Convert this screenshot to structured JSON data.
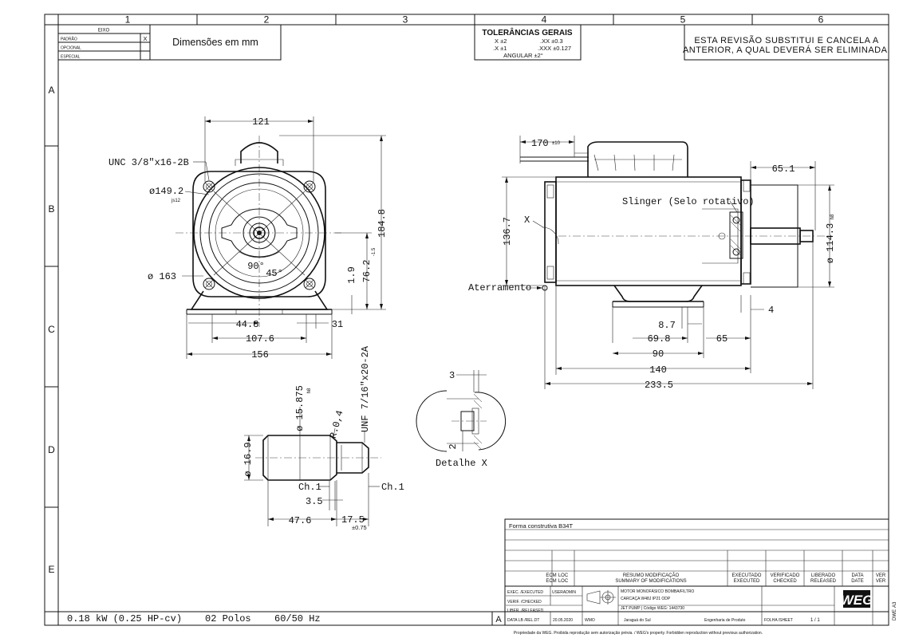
{
  "zone_columns": [
    "1",
    "2",
    "3",
    "4",
    "5",
    "6"
  ],
  "zone_rows": [
    "A",
    "B",
    "C",
    "D",
    "E"
  ],
  "eixo": {
    "header": "EIXO",
    "rows": [
      {
        "label": "PADRÃO",
        "mark": "X"
      },
      {
        "label": "OPCIONAL",
        "mark": ""
      },
      {
        "label": "ESPECIAL",
        "mark": ""
      }
    ]
  },
  "units_note": "Dimensões em mm",
  "tolerances": {
    "title": "TOLERÂNCIAS GERAIS",
    "line1_left": "X ±2",
    "line1_right": ".XX ±0.3",
    "line2_left": ".X ±1",
    "line2_right": ".XXX ±0.127",
    "line3": "ANGULAR ±2°"
  },
  "revision_note": {
    "line1": "ESTA REVISÃO SUBSTITUI E CANCELA A",
    "line2": "ANTERIOR, A QUAL DEVERÁ SER ELIMINADA."
  },
  "front_view": {
    "dim_121": "121",
    "thread_label": "UNC 3/8\"x16-2B",
    "dia_149": "ø149.2",
    "dia_149_tol": "js12",
    "dim_184": "184.8",
    "dim_76": "76.2",
    "dim_76_tol": "-1.5",
    "dim_1_9": "1.9",
    "angle_90": "90°",
    "angle_45": "45°",
    "dia_163": "ø  163",
    "dim_44": "44.8",
    "dim_31": "31",
    "dim_107": "107.6",
    "dim_156": "156"
  },
  "side_view": {
    "dim_170": "170",
    "dim_170_tol": "±10",
    "dim_65_1": "65.1",
    "slinger": "Slinger (Selo rotativo)",
    "dim_136": "136.7",
    "x_mark": "X",
    "dia_114": "ø 114.3",
    "dia_114_tol": "h8",
    "aterramento": "Aterramento",
    "dim_4": "4",
    "dim_8_7": "8.7",
    "dim_69": "69.8",
    "dim_65": "65",
    "dim_90": "90",
    "dim_140": "140",
    "dim_233": "233.5"
  },
  "detail_x": {
    "dim_3": "3",
    "dim_2": "2",
    "label": "Detalhe X"
  },
  "shaft_detail": {
    "dia_15": "ø 15.875",
    "dia_15_tol": "h8",
    "radius": "R.0,4",
    "thread": "UNF 7/16\"x20-2A",
    "dia_16": "ø 16.9",
    "chamfer_left": "Ch.1",
    "chamfer_right": "Ch.1",
    "dim_3_5": "3.5",
    "dim_47": "47.6",
    "dim_17": "17.5",
    "dim_17_tol": "±0.75"
  },
  "title_block": {
    "form": "Forma construtiva B34T",
    "headers": [
      {
        "pt": "ECM",
        "en": "ECM"
      },
      {
        "pt": "LOC",
        "en": "LOC"
      },
      {
        "pt": "RESUMO MODIFICAÇÃO",
        "en": "SUMMARY OF MODIFICATIONS"
      },
      {
        "pt": "EXECUTADO",
        "en": "EXECUTED"
      },
      {
        "pt": "VERIFICADO",
        "en": "CHECKED"
      },
      {
        "pt": "LIBERADO",
        "en": "RELEASED"
      },
      {
        "pt": "DATA",
        "en": "DATE"
      },
      {
        "pt": "VER",
        "en": "VER"
      }
    ],
    "exec_label": "EXEC. /EXECUTED",
    "exec_value": "USERADMIN",
    "verif_label": "VERIF. /CHECKED",
    "liber_label": "LIBER. /RELEASED",
    "desc_line1": "MOTOR MONOFÁSICO BOMBA/FILTRO",
    "desc_line2": "CARCAÇA W48J IP21 ODP",
    "desc_line3": "JET PUMP | Código WEG: 1443730",
    "rev_letter": "A",
    "date_label": "DATA LB /REL.DT",
    "date_value": "20.05.2020",
    "wmo": "WMO",
    "city": "Jaraguá do Sul",
    "dept": "Engenharia de Produto",
    "sheet_label": "FOLHA /SHEET",
    "sheet_value": "1  /  1",
    "logo": "WEG",
    "side_codes": [
      "DWE",
      "A3"
    ]
  },
  "footer_specs": {
    "power": "0.18  kW  (0.25  HP-cv)",
    "poles": "02  Polos",
    "freq": "60/50  Hz"
  },
  "copyright": "Propriedade da WEG. Proibida reprodução sem autorização prévia. / WEG's property. Forbidden reproduction without previous authorization."
}
